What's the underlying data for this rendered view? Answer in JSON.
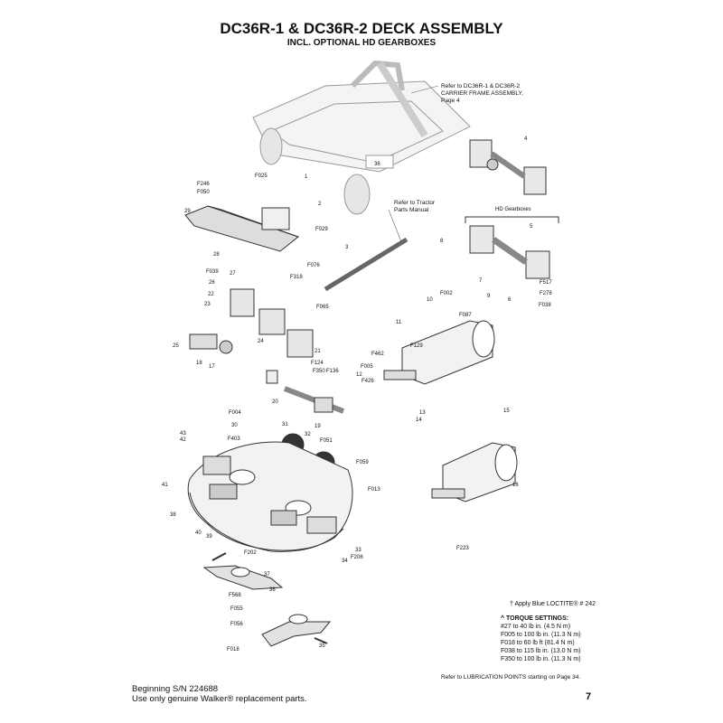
{
  "header": {
    "title": "DC36R-1 & DC36R-2 DECK ASSEMBLY",
    "subtitle": "INCL. OPTIONAL HD GEARBOXES"
  },
  "notes": {
    "carrier_ref": [
      "Refer to DC36R-1 & DC36R-2",
      "CARRIER FRAME ASSEMBLY,",
      "Page 4"
    ],
    "tractor_ref": [
      "Refer to Tractor",
      "Parts Manual"
    ],
    "hd_gearboxes": "HD Gearboxes",
    "carrier_tag": "36"
  },
  "legend": {
    "loctite": "† Apply Blue LOCTITE® # 242",
    "torque_head": "^ TORQUE SETTINGS:",
    "torque": [
      "#27 to 40 lb in. (4.5 N m)",
      "F005 to 100 lb in. (11.3 N m)",
      "F018 to 60 lb ft (81.4 N m)",
      "F038 to 115 lb in. (13.0 N m)",
      "F350 to 100 lb in. (11.3 N m)"
    ],
    "lubrication": "Refer to LUBRICATION POINTS starting on Page 34."
  },
  "footer": {
    "serial": "Beginning S/N 224688",
    "genuine": "Use only genuine Walker® replacement parts.",
    "page": "7"
  },
  "callouts": [
    "1",
    "2",
    "3",
    "4",
    "5",
    "6",
    "7",
    "8",
    "9",
    "10",
    "11",
    "12",
    "13",
    "14",
    "15",
    "16",
    "17",
    "18",
    "19",
    "20",
    "21",
    "22",
    "23",
    "24",
    "25",
    "26",
    "27",
    "28",
    "29",
    "30",
    "31",
    "32",
    "33",
    "34",
    "35",
    "36",
    "37",
    "38",
    "39",
    "40",
    "41",
    "42",
    "43",
    "F002",
    "F004",
    "F005",
    "F013",
    "F018",
    "F025",
    "F029",
    "F038",
    "F039",
    "F050",
    "F051",
    "F055",
    "F056",
    "F059",
    "F065",
    "F076",
    "F087",
    "F124",
    "F129",
    "F136",
    "F202",
    "F206",
    "F223",
    "F246",
    "F278",
    "F318",
    "F350",
    "F403",
    "F426",
    "F462",
    "F517",
    "F568"
  ]
}
